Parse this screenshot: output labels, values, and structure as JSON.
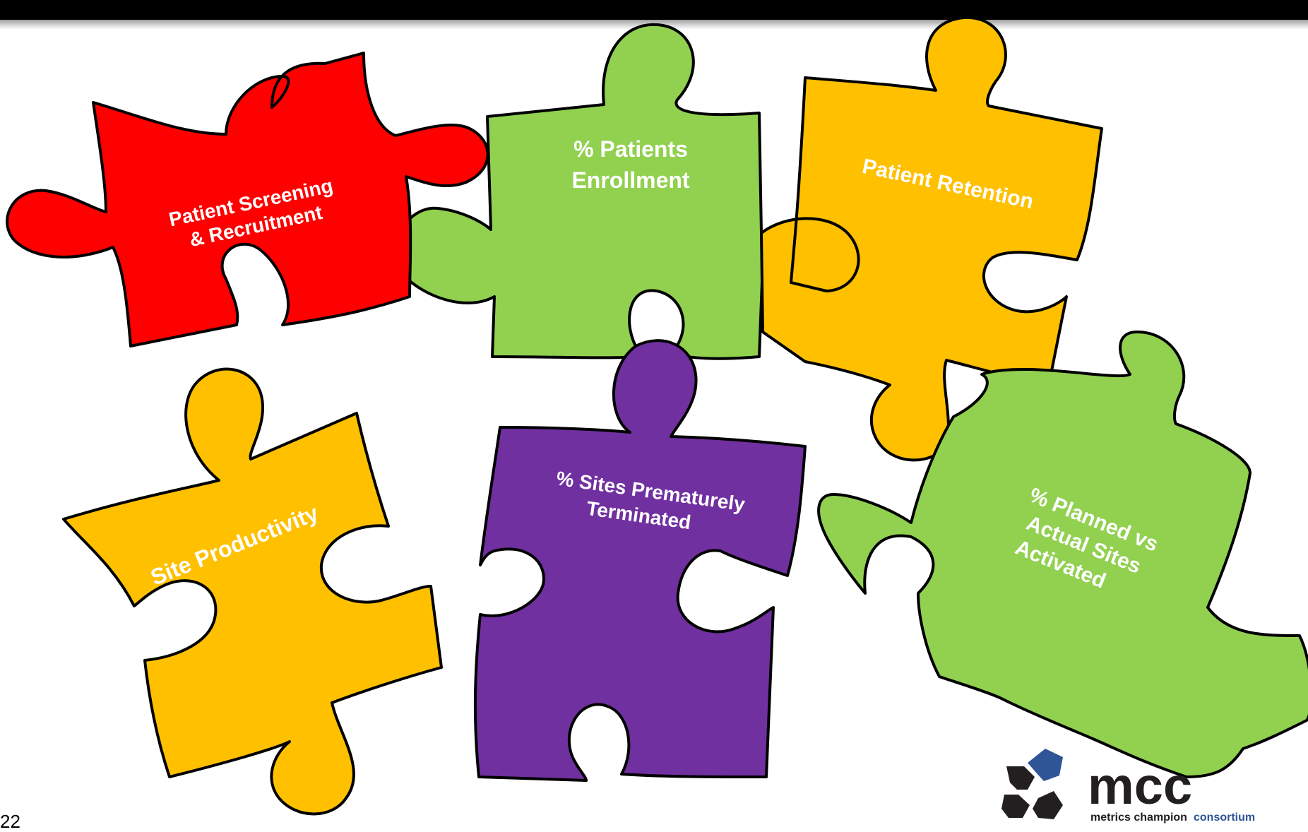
{
  "pieces": {
    "screening": {
      "line1": "Patient Screening",
      "line2": "& Recruitment",
      "color": "#ff0000"
    },
    "enrollment": {
      "line1": "% Patients",
      "line2": "Enrollment",
      "color": "#92d050"
    },
    "retention": {
      "line1": "Patient Retention",
      "color": "#ffc000"
    },
    "productivity": {
      "line1": "Site Productivity",
      "color": "#ffc000"
    },
    "terminated": {
      "line1": "%  Sites Prematurely",
      "line2": "Terminated",
      "color": "#7030a0"
    },
    "activated": {
      "line1": "% Planned vs",
      "line2": "Actual Sites",
      "line3": "Activated",
      "color": "#92d050"
    }
  },
  "logo": {
    "name": "mcc",
    "tagline_part1": "metrics champion",
    "tagline_part2": "consortium",
    "color_dark": "#231f20",
    "color_blue": "#2f5597"
  },
  "slide_number": "22"
}
